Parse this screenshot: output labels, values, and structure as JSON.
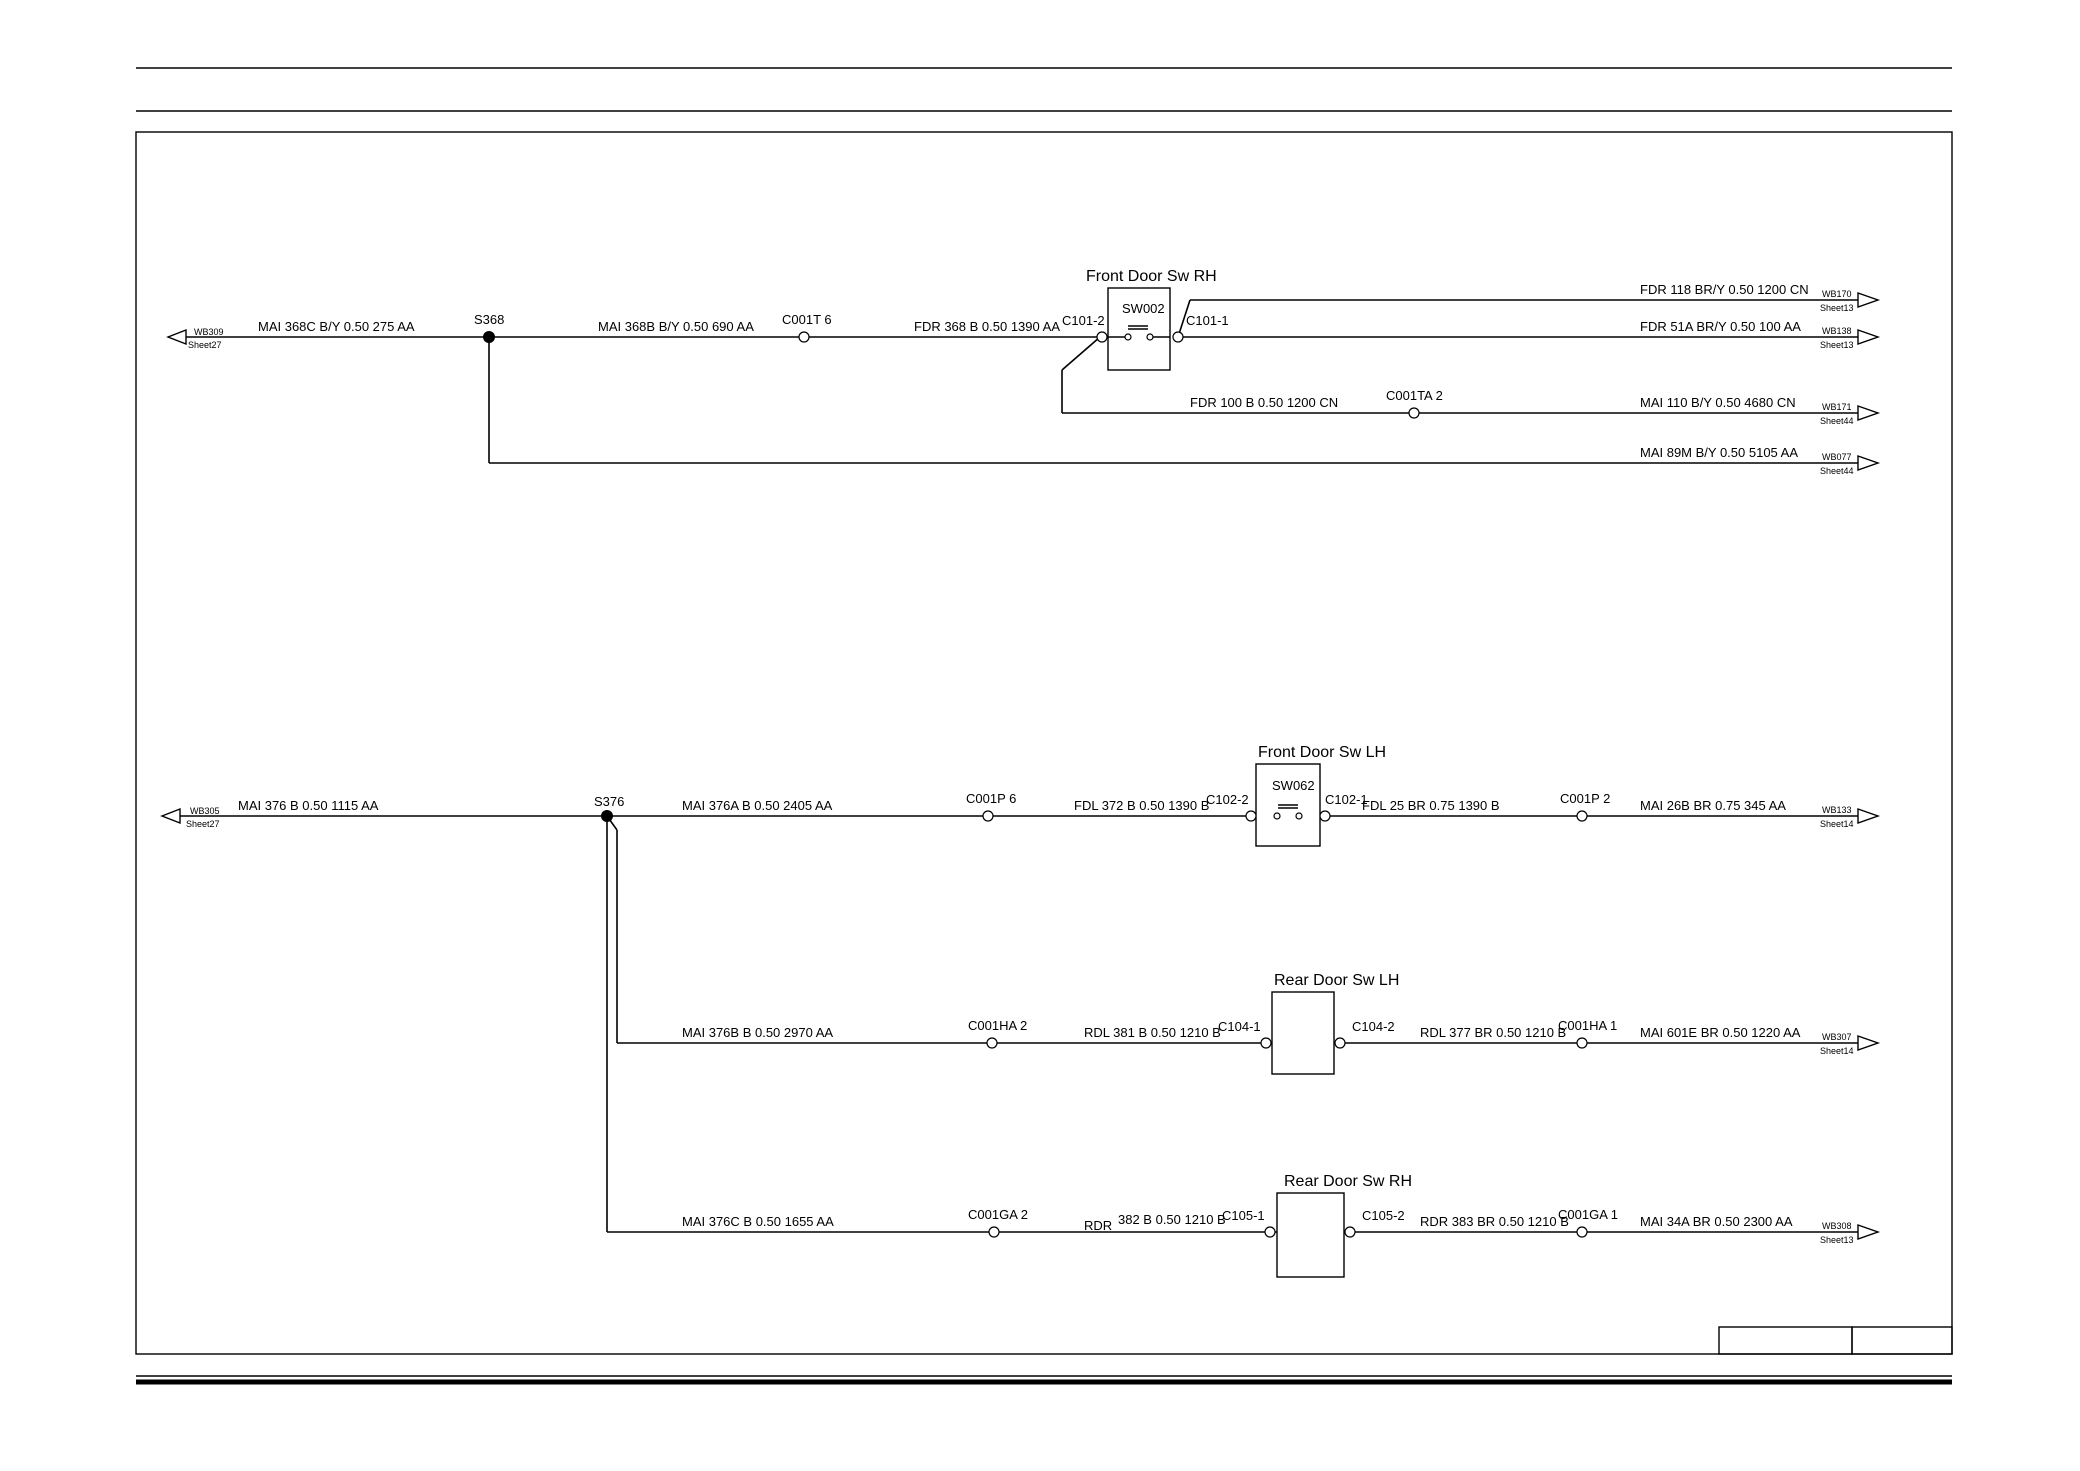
{
  "labels": {
    "s368": "S368",
    "s376": "S376",
    "wire_mai_368c": "MAI 368C B/Y 0.50 275 AA",
    "wire_mai_368b": "MAI 368B B/Y 0.50 690 AA",
    "c001t6": "C001T 6",
    "wire_fdr_368": "FDR 368 B 0.50 1390 AA",
    "c101_2": "C101-2",
    "c101_1": "C101-1",
    "front_door_sw_rh": "Front Door Sw RH",
    "sw002": "SW002",
    "wire_fdr_118": "FDR 118 BR/Y 0.50 1200 CN",
    "wire_fdr_51a": "FDR 51A BR/Y 0.50 100 AA",
    "wire_fdr_100": "FDR 100 B 0.50 1200 CN",
    "c001ta2": "C001TA 2",
    "wire_mai_110": "MAI 110 B/Y 0.50 4680 CN",
    "wire_mai_89m": "MAI 89M B/Y 0.50 5105 AA",
    "wire_mai_376": "MAI 376 B 0.50 1115 AA",
    "wire_mai_376a": "MAI 376A B 0.50 2405 AA",
    "c001p6": "C001P 6",
    "wire_fdl_372": "FDL 372 B 0.50 1390 B",
    "c102_2": "C102-2",
    "c102_1": "C102-1",
    "front_door_sw_lh": "Front Door Sw LH",
    "sw062": "SW062",
    "wire_fdl_25": "FDL 25 BR 0.75 1390 B",
    "c001p2": "C001P 2",
    "wire_mai_26b": "MAI 26B BR 0.75 345 AA",
    "wire_mai_376b": "MAI 376B B 0.50 2970 AA",
    "c001ha2": "C001HA 2",
    "wire_rdl_381": "RDL 381 B 0.50 1210 B",
    "c104_1": "C104-1",
    "rear_door_sw_lh": "Rear Door Sw LH",
    "c104_2": "C104-2",
    "wire_rdl_377": "RDL 377 BR 0.50 1210 B",
    "c001ha1": "C001HA 1",
    "wire_mai_601e": "MAI 601E BR 0.50 1220 AA",
    "wire_mai_376c": "MAI 376C B 0.50 1655 AA",
    "c001ga2": "C001GA 2",
    "wire_rdr_382_prefix": "RDR",
    "wire_rdr_382": "382 B 0.50 1210 B",
    "c105_1": "C105-1",
    "rear_door_sw_rh": "Rear Door Sw RH",
    "c105_2": "C105-2",
    "wire_rdr_383": "RDR 383 BR 0.50 1210 B",
    "c001ga1": "C001GA 1",
    "wire_mai_34a": "MAI 34A BR 0.50 2300 AA"
  },
  "offsheet": {
    "wb309": "WB309",
    "wb309_sheet": "Sheet27",
    "wb305": "WB305",
    "wb305_sheet": "Sheet27",
    "wb170": "WB170",
    "wb170_sheet": "Sheet13",
    "wb138": "WB138",
    "wb138_sheet": "Sheet13",
    "wb171": "WB171",
    "wb171_sheet": "Sheet44",
    "wb077": "WB077",
    "wb077_sheet": "Sheet44",
    "wb133": "WB133",
    "wb133_sheet": "Sheet14",
    "wb307": "WB307",
    "wb307_sheet": "Sheet14",
    "wb308": "WB308",
    "wb308_sheet": "Sheet13"
  }
}
